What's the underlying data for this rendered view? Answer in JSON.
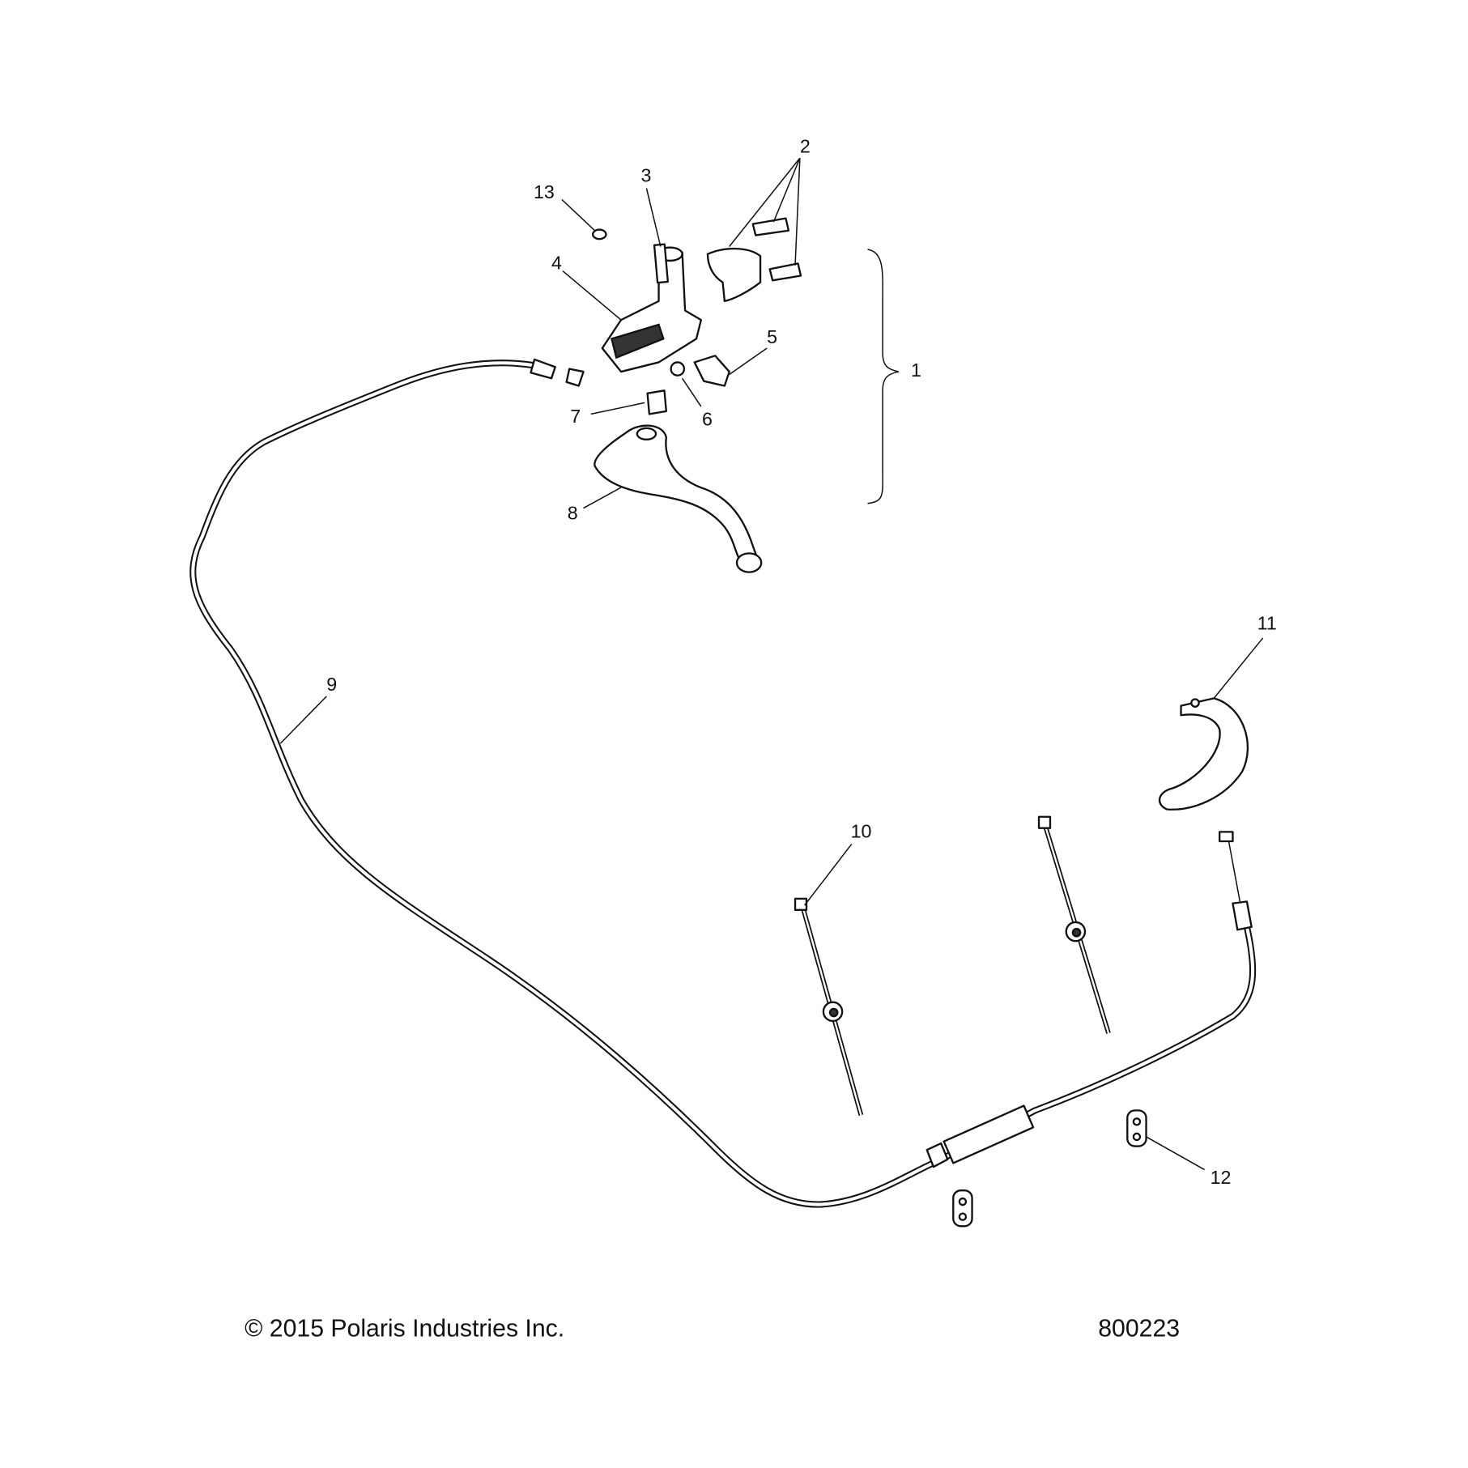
{
  "callouts": [
    "1",
    "2",
    "3",
    "4",
    "5",
    "6",
    "7",
    "8",
    "9",
    "10",
    "11",
    "12",
    "13"
  ],
  "footer": {
    "copyright": "© 2015 Polaris Industries Inc.",
    "diagram_number": "800223"
  },
  "colors": {
    "line": "#111111",
    "background": "#ffffff"
  }
}
